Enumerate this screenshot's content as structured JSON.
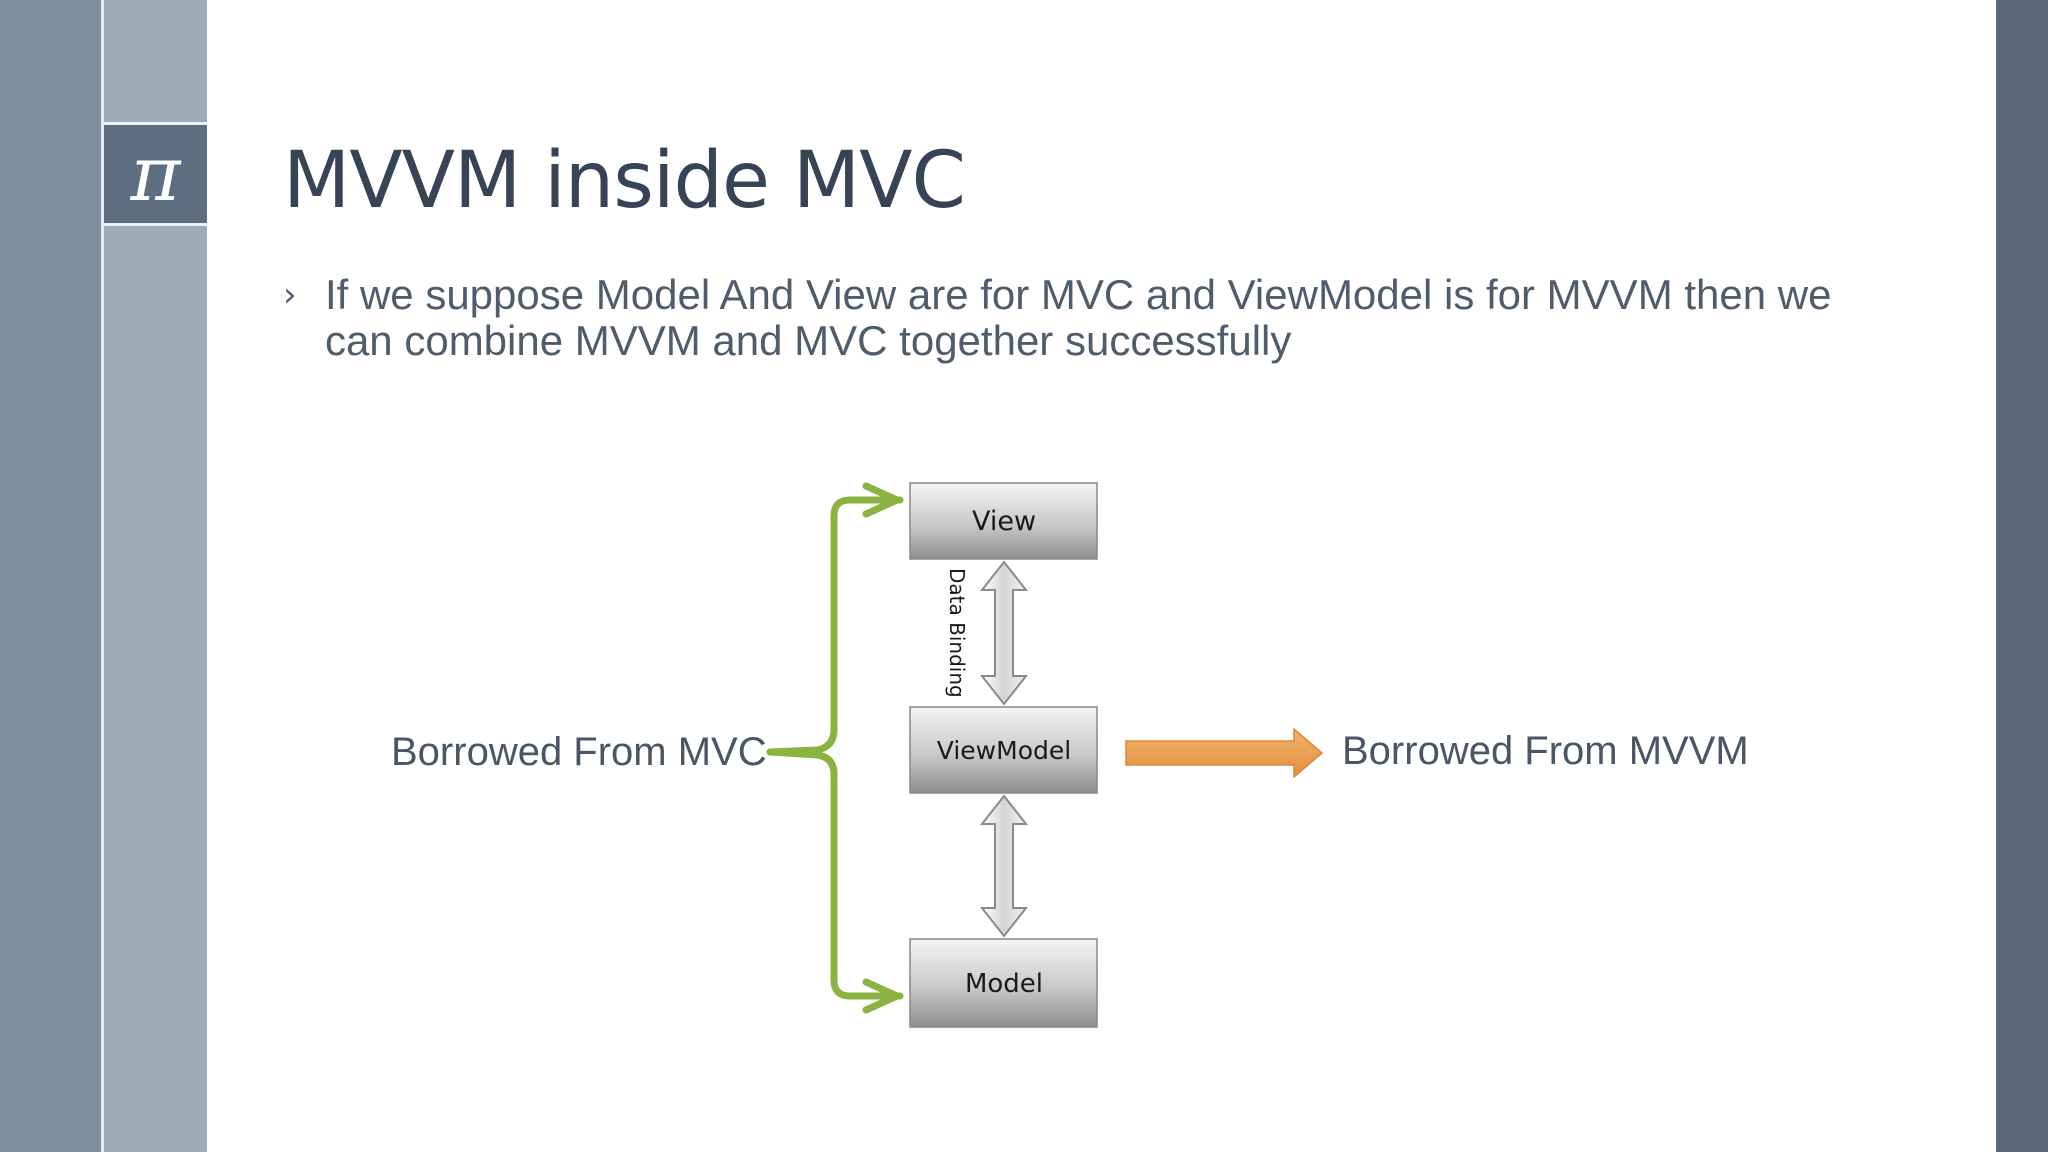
{
  "slide": {
    "logo_symbol": "π",
    "title": "MVVM inside MVC",
    "bullet_marker": "›",
    "bullet_text": "If we suppose Model And View are for MVC and ViewModel is for MVVM then we can combine MVVM and MVC together successfully"
  },
  "diagram": {
    "boxes": {
      "view": "View",
      "viewmodel": "ViewModel",
      "model": "Model"
    },
    "arrow_label": "Data Binding",
    "left_label": "Borrowed From MVC",
    "right_label": "Borrowed From MVVM"
  },
  "colors": {
    "bracket_green": "#8ab33f",
    "arrow_orange": "#eba253",
    "title_text": "#374455",
    "band_dark": "#5a6979"
  }
}
